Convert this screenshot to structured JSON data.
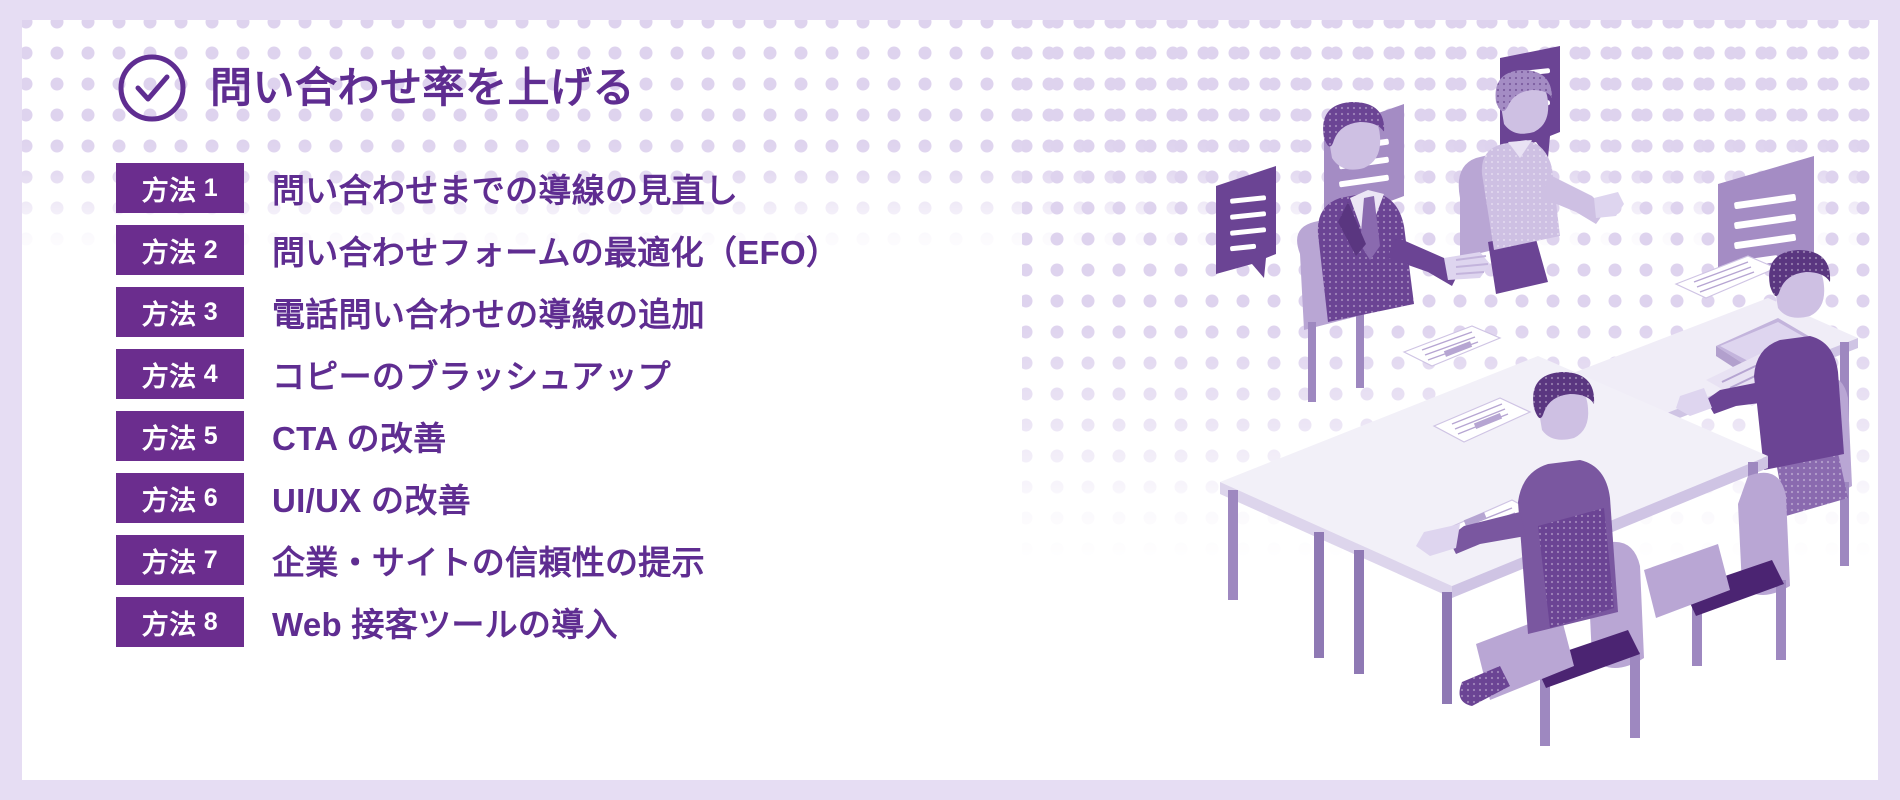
{
  "page": {
    "background_color": "#e6ddf3",
    "card_color": "#ffffff",
    "accent_color": "#5f2d91",
    "badge_color": "#6b2d8e",
    "dot_color": "#ded3ee"
  },
  "header": {
    "icon": "check-circle-icon",
    "title": "問い合わせ率を上げる"
  },
  "methods": {
    "badge_prefix": "方法",
    "items": [
      {
        "number": "1",
        "label": "問い合わせまでの導線の見直し"
      },
      {
        "number": "2",
        "label": "問い合わせフォームの最適化（EFO）"
      },
      {
        "number": "3",
        "label": "電話問い合わせの導線の追加"
      },
      {
        "number": "4",
        "label": "コピーのブラッシュアップ"
      },
      {
        "number": "5",
        "label": "CTA の改善"
      },
      {
        "number": "6",
        "label": "UI/UX の改善"
      },
      {
        "number": "7",
        "label": "企業・サイトの信頼性の提示"
      },
      {
        "number": "8",
        "label": "Web 接客ツールの導入"
      }
    ]
  },
  "illustration": {
    "name": "business-meeting-illustration",
    "description": "isometric meeting table with four people, documents, a laptop and four speech bubbles"
  }
}
